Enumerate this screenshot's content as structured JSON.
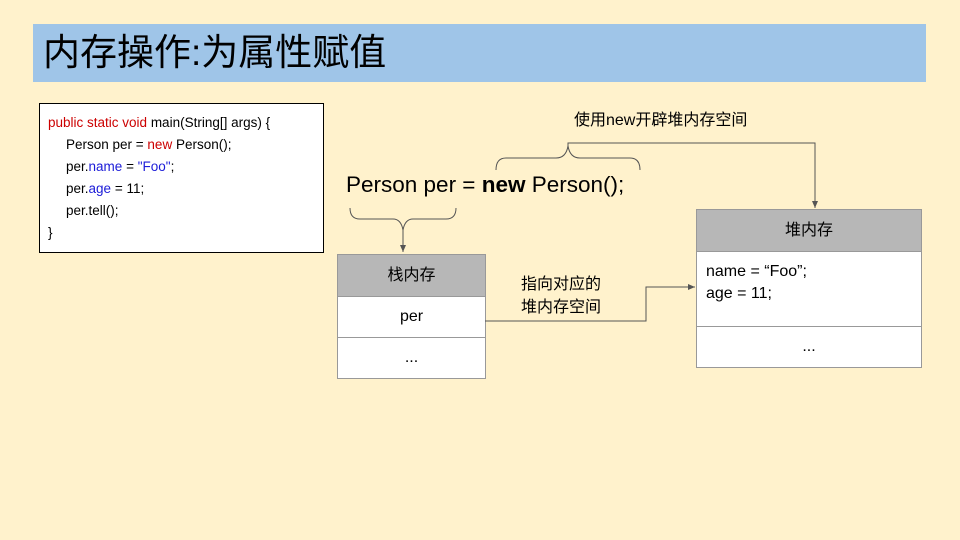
{
  "title": "内存操作:为属性赋值",
  "code": {
    "line1_kw": "public static void",
    "line1_rest": " main(String[] args) {",
    "line2_a": "Person per = ",
    "line2_kw": "new",
    "line2_b": " Person();",
    "line3_a": "per.",
    "line3_field": "name",
    "line3_b": " = ",
    "line3_str": "\"Foo\"",
    "line3_c": ";",
    "line4_a": "per.",
    "line4_field": "age",
    "line4_b": " = 11;",
    "line5": "per.tell();",
    "line6": "}"
  },
  "statement": {
    "left": "Person per = ",
    "keyword": "new",
    "right": " Person();"
  },
  "labels": {
    "new_heap": "使用new开辟堆内存空间",
    "point_line1": "指向对应的",
    "point_line2": "堆内存空间"
  },
  "stack": {
    "header": "栈内存",
    "cell1": "per",
    "cell2": "..."
  },
  "heap": {
    "header": "堆内存",
    "line1": "name = “Foo”;",
    "line2": "age = 11;",
    "cell2": "..."
  },
  "colors": {
    "background": "#fff2cc",
    "title_bar": "#9fc5e8",
    "keyword": "#cc0000",
    "field": "#1c1cd8",
    "header_gray": "#b7b7b7"
  }
}
